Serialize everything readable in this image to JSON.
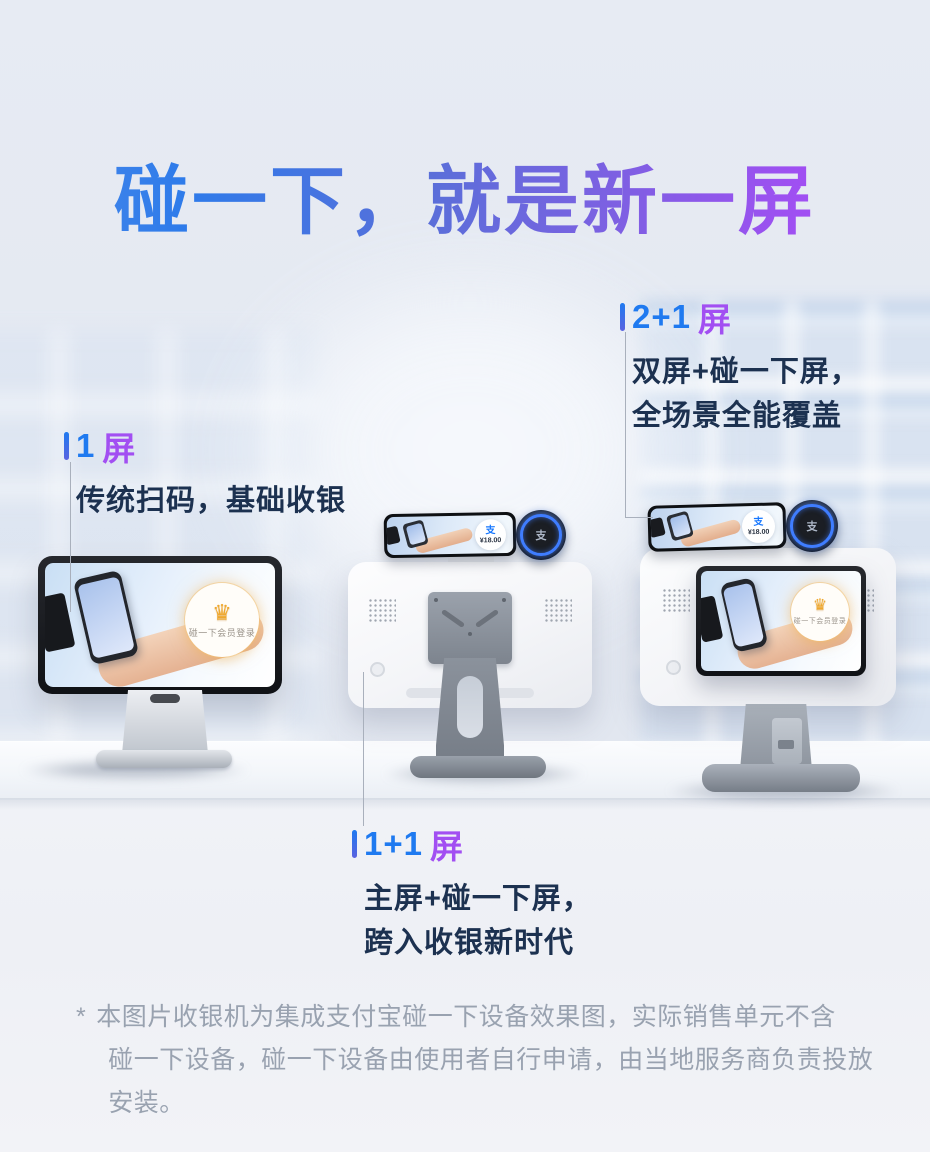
{
  "title": {
    "text": "碰一下，就是新一屏"
  },
  "callouts": {
    "one": {
      "num": "1",
      "ping": "屏",
      "line1": "传统扫码，基础收银"
    },
    "one_plus_one": {
      "num": "1+1",
      "ping": "屏",
      "line1": "主屏+碰一下屏，",
      "line2": "跨入收银新时代"
    },
    "two_plus_one": {
      "num": "2+1",
      "ping": "屏",
      "line1": "双屏+碰一下屏，",
      "line2": "全场景全能覆盖"
    }
  },
  "devices": {
    "left": {
      "badge_text": "碰一下会员登录"
    },
    "middle": {
      "amount": "¥18.00"
    },
    "right": {
      "badge_text": "碰一下会员登录",
      "amount": "¥18.00"
    }
  },
  "icons": {
    "crown": "♛",
    "alipay": "支"
  },
  "footnote": {
    "marker": "*",
    "line1": "本图片收银机为集成支付宝碰一下设备效果图，实际销售单元不含",
    "line2": "碰一下设备，碰一下设备由使用者自行申请，由当地服务商负责投放安装。"
  },
  "colors": {
    "accent_blue": "#1F7AF0",
    "accent_purple": "#A24FF2",
    "title_gradient_start": "#2E7BEA",
    "title_gradient_end": "#AE4BF8",
    "text_dark": "#1C3150",
    "footnote_gray": "#99A2B0",
    "nfc_ring_blue": "#3F7DFF",
    "background": "#E6EAF2"
  }
}
